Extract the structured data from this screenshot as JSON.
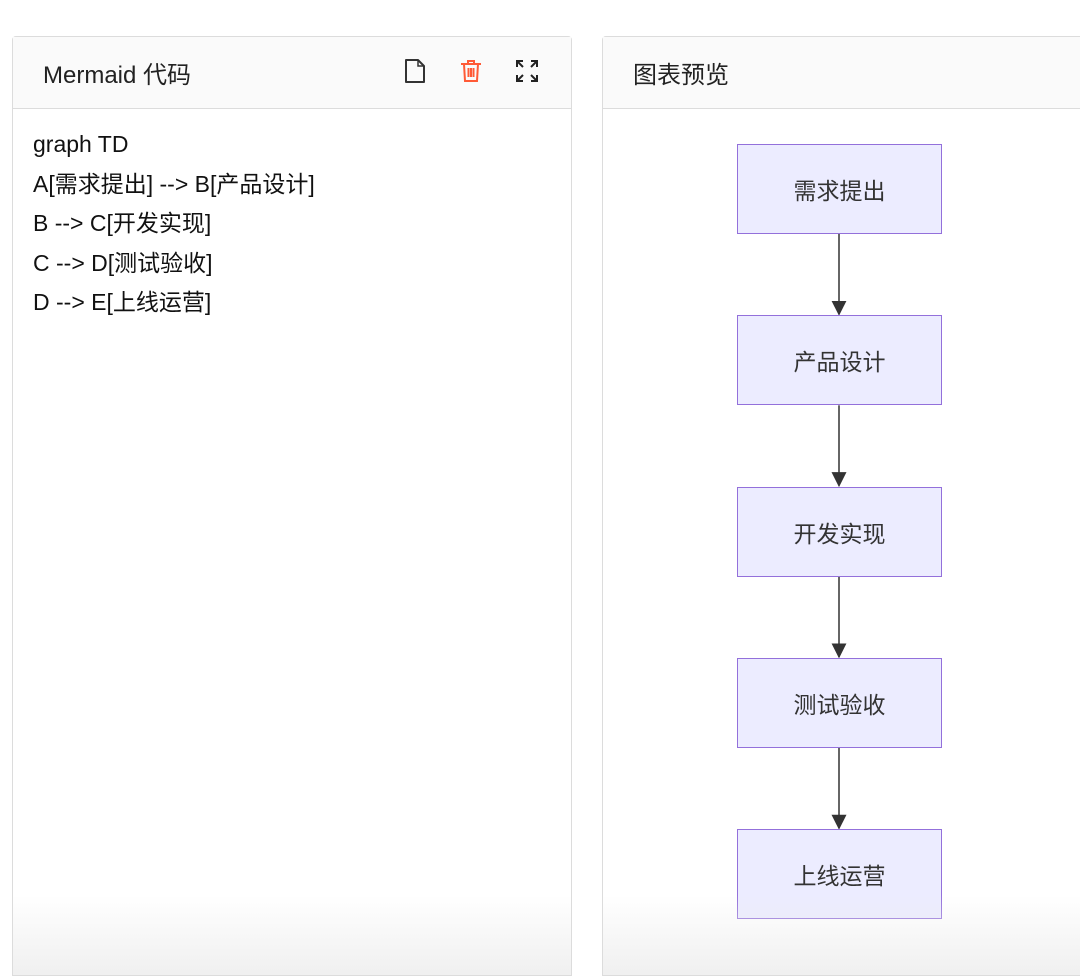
{
  "editor": {
    "title": "Mermaid 代码",
    "icons": [
      "new-file-icon",
      "delete-icon",
      "fullscreen-icon"
    ],
    "delete_color": "#ff5a36",
    "code": "graph TD\nA[需求提出] --> B[产品设计]\nB --> C[开发实现]\nC --> D[测试验收]\nD --> E[上线运营]"
  },
  "preview": {
    "title": "图表预览",
    "nodes": [
      "需求提出",
      "产品设计",
      "开发实现",
      "测试验收",
      "上线运营"
    ],
    "node_fill": "#ECECFF",
    "node_stroke": "#9370DB"
  }
}
